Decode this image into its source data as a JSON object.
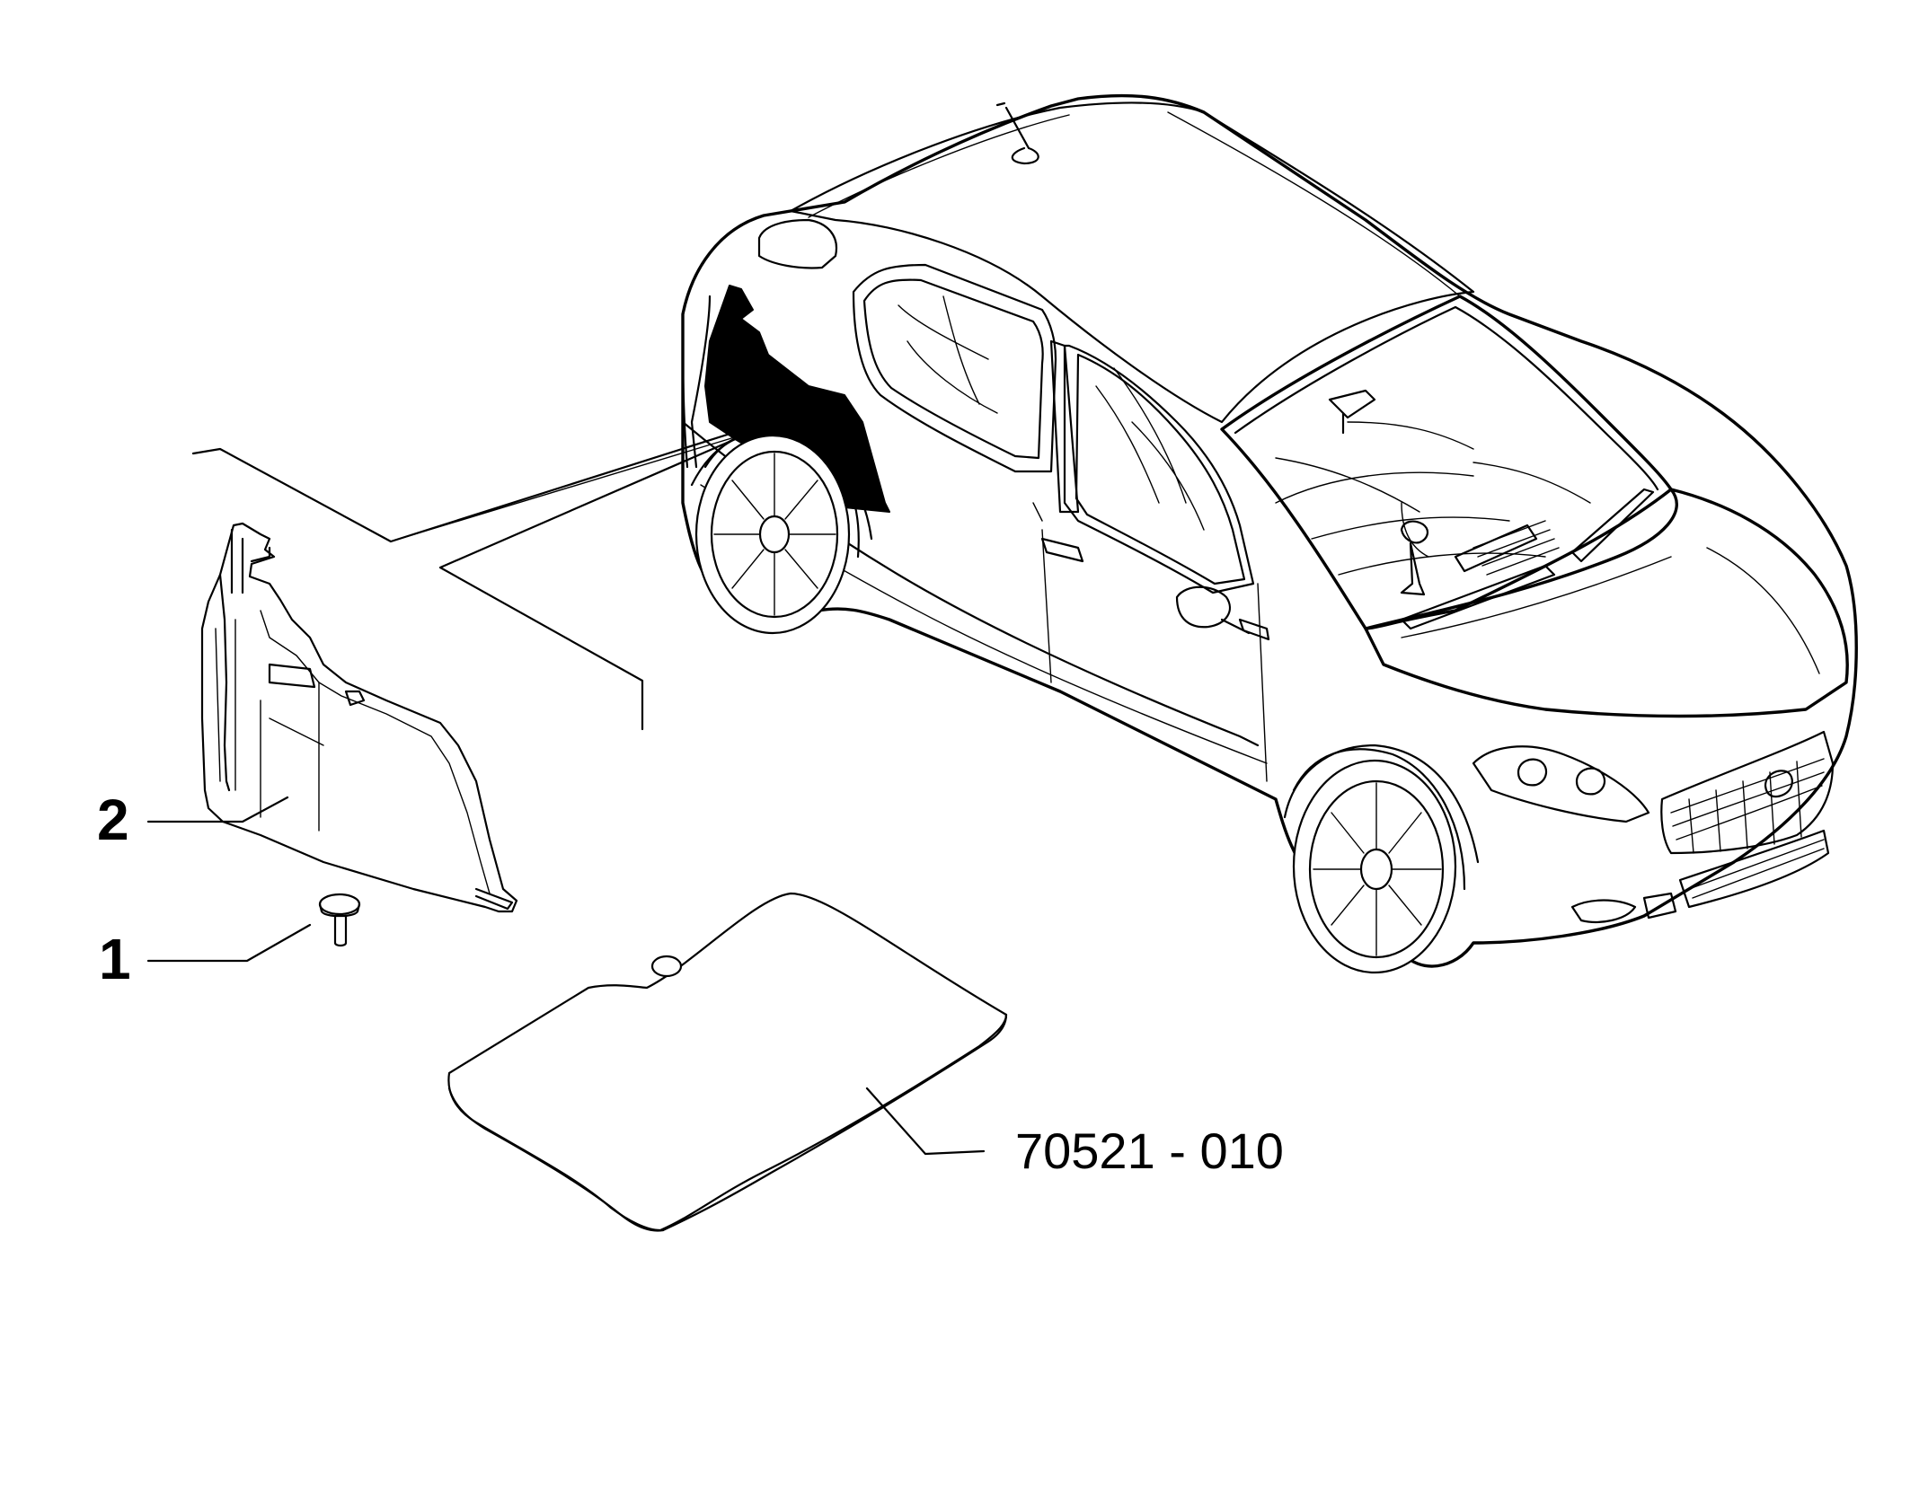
{
  "callouts": {
    "item_1": "1",
    "item_2": "2",
    "reference": "70521 - 010"
  },
  "colors": {
    "line": "#000000",
    "background": "#ffffff",
    "highlight_part": "#000000"
  },
  "icons": {
    "car": "hatchback-car-drawing",
    "panel": "trim-panel-drawing",
    "fastener": "push-pin-clip-drawing",
    "mat": "floor-mat-drawing"
  }
}
